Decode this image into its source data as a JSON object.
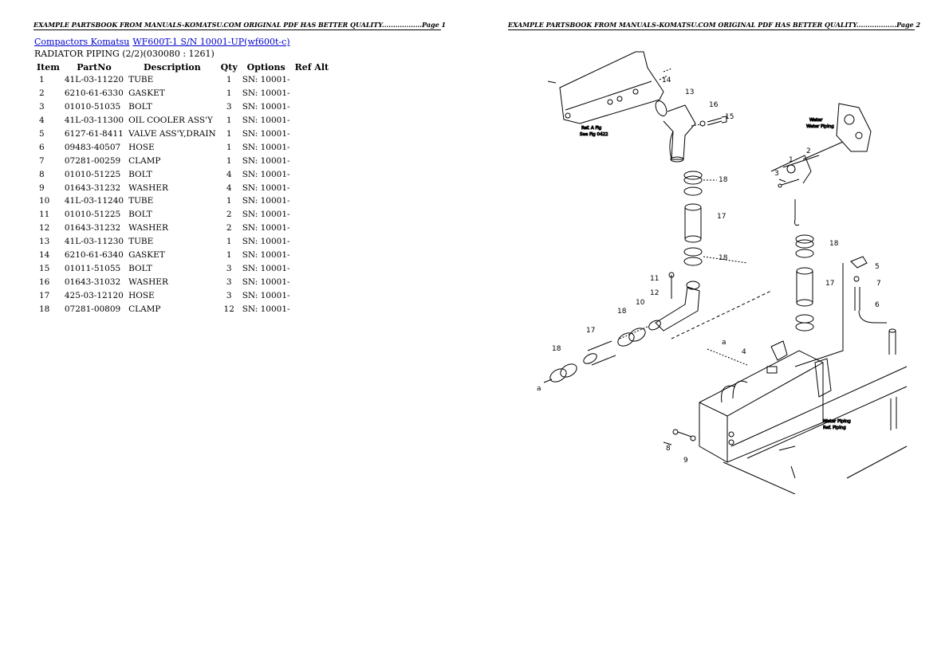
{
  "header": {
    "page1": "EXAMPLE PARTSBOOK FROM MANUALS-KOMATSU.COM ORIGINAL PDF HAS BETTER QUALITY..................Page 1",
    "page2": "EXAMPLE PARTSBOOK FROM MANUALS-KOMATSU.COM ORIGINAL PDF HAS BETTER QUALITY..................Page 2"
  },
  "breadcrumb": {
    "category": "Compactors Komatsu",
    "model": "WF600T-1 S/N 10001-UP(wf600t-c)"
  },
  "section_title": "RADIATOR PIPING (2/2)(030080 : 1261)",
  "table": {
    "headers": [
      "Item",
      "PartNo",
      "Description",
      "Qty",
      "Options",
      "Ref Alt"
    ],
    "rows": [
      [
        "1",
        "41L-03-11220",
        "TUBE",
        "1",
        "SN: 10001-",
        ""
      ],
      [
        "2",
        "6210-61-6330",
        "GASKET",
        "1",
        "SN: 10001-",
        ""
      ],
      [
        "3",
        "01010-51035",
        "BOLT",
        "3",
        "SN: 10001-",
        ""
      ],
      [
        "4",
        "41L-03-11300",
        "OIL COOLER ASS'Y",
        "1",
        "SN: 10001-",
        ""
      ],
      [
        "5",
        "6127-61-8411",
        "VALVE ASS'Y,DRAIN",
        "1",
        "SN: 10001-",
        ""
      ],
      [
        "6",
        "09483-40507",
        "HOSE",
        "1",
        "SN: 10001-",
        ""
      ],
      [
        "7",
        "07281-00259",
        "CLAMP",
        "1",
        "SN: 10001-",
        ""
      ],
      [
        "8",
        "01010-51225",
        "BOLT",
        "4",
        "SN: 10001-",
        ""
      ],
      [
        "9",
        "01643-31232",
        "WASHER",
        "4",
        "SN: 10001-",
        ""
      ],
      [
        "10",
        "41L-03-11240",
        "TUBE",
        "1",
        "SN: 10001-",
        ""
      ],
      [
        "11",
        "01010-51225",
        "BOLT",
        "2",
        "SN: 10001-",
        ""
      ],
      [
        "12",
        "01643-31232",
        "WASHER",
        "2",
        "SN: 10001-",
        ""
      ],
      [
        "13",
        "41L-03-11230",
        "TUBE",
        "1",
        "SN: 10001-",
        ""
      ],
      [
        "14",
        "6210-61-6340",
        "GASKET",
        "1",
        "SN: 10001-",
        ""
      ],
      [
        "15",
        "01011-51055",
        "BOLT",
        "3",
        "SN: 10001-",
        ""
      ],
      [
        "16",
        "01643-31032",
        "WASHER",
        "3",
        "SN: 10001-",
        ""
      ],
      [
        "17",
        "425-03-12120",
        "HOSE",
        "3",
        "SN: 10001-",
        ""
      ],
      [
        "18",
        "07281-00809",
        "CLAMP",
        "12",
        "SN: 10001-",
        ""
      ]
    ]
  },
  "diagram": {
    "callouts": {
      "c1": "1",
      "c2": "2",
      "c3": "3",
      "c4": "4",
      "c5": "5",
      "c6": "6",
      "c7": "7",
      "c8": "8",
      "c9": "9",
      "c10": "10",
      "c11": "11",
      "c12": "12",
      "c13": "13",
      "c14": "14",
      "c15": "15",
      "c16": "16",
      "c17a": "17",
      "c17b": "17",
      "c17c": "17",
      "c18a": "18",
      "c18b": "18",
      "c18c": "18",
      "c18d": "18",
      "c18e": "18",
      "ref_a1": "a",
      "ref_a2": "a"
    },
    "notes": {
      "see_fig_top_1": "Ref. A Fig",
      "see_fig_top_2": "See Fig 0422",
      "water_pipe_1": "Water",
      "water_pipe_2": "Water Piping",
      "water_bottom_1": "Water Piping",
      "water_bottom_2": "Ref. Piping"
    }
  }
}
